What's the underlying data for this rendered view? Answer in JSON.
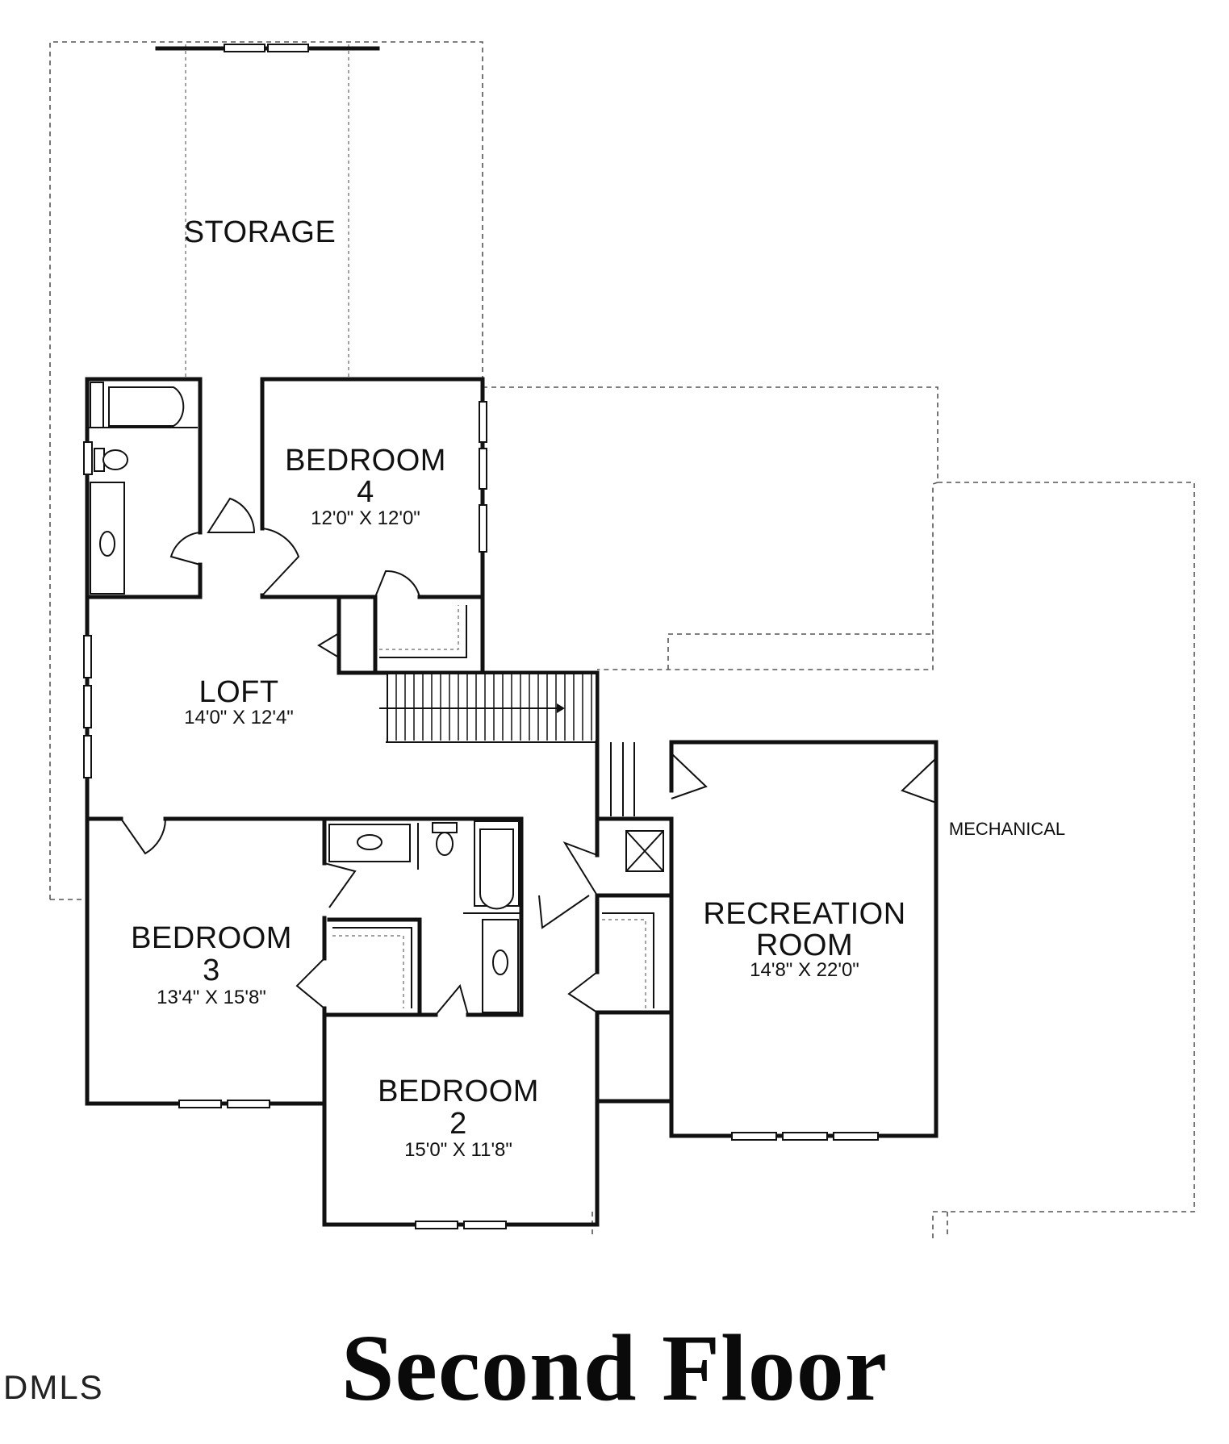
{
  "floor_title": "Second Floor",
  "watermark": "DMLS",
  "rooms": {
    "storage": {
      "name": "STORAGE"
    },
    "bedroom4": {
      "name": "BEDROOM",
      "number": "4",
      "size": "12'0\" X 12'0\""
    },
    "loft": {
      "name": "LOFT",
      "size": "14'0\" X 12'4\""
    },
    "bedroom3": {
      "name": "BEDROOM",
      "number": "3",
      "size": "13'4\" X 15'8\""
    },
    "bedroom2": {
      "name": "BEDROOM",
      "number": "2",
      "size": "15'0\" X 11'8\""
    },
    "recreation": {
      "name": "RECREATION",
      "name2": "ROOM",
      "size": "14'8\" X 22'0\""
    },
    "mechanical": {
      "name": "MECHANICAL"
    }
  }
}
